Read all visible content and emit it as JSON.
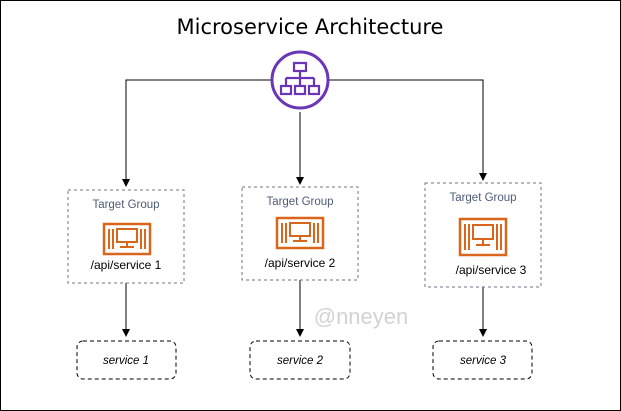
{
  "title": "Microservice Architecture",
  "watermark": "@nneyen",
  "colors": {
    "load_balancer": "#6b35b8",
    "target_icon": "#d9661a",
    "group_border": "#6f7685",
    "target_group_text": "#4e5b77"
  },
  "load_balancer": {
    "icon": "hierarchy-icon"
  },
  "target_groups": [
    {
      "label": "Target Group",
      "path": "/api/service 1",
      "icon": "instance-icon",
      "service": "service 1"
    },
    {
      "label": "Target Group",
      "path": "/api/service 2",
      "icon": "instance-icon",
      "service": "service 2"
    },
    {
      "label": "Target Group",
      "path": "/api/service 3",
      "icon": "instance-icon",
      "service": "service 3"
    }
  ]
}
